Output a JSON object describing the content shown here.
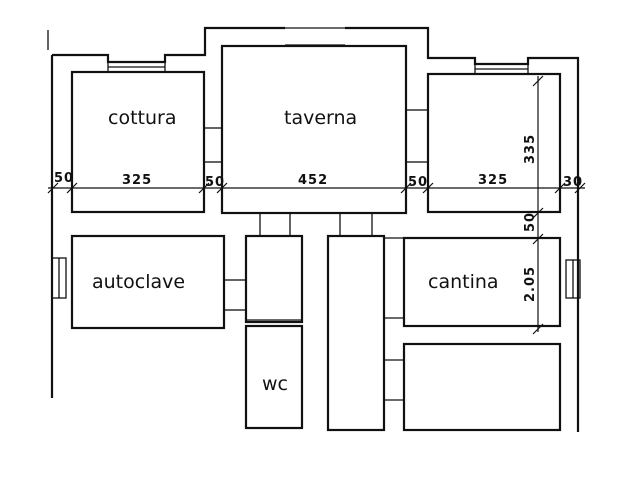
{
  "rooms": {
    "cottura": "cottura",
    "taverna": "taverna",
    "autoclave": "autoclave",
    "cantina": "cantina",
    "wc": "wc"
  },
  "dimensions": {
    "wall_left": "50",
    "cottura_width": "325",
    "wall_mid_left": "50",
    "taverna_width": "452",
    "wall_mid_right": "50",
    "right_room_width": "325",
    "wall_right": "30",
    "right_room_height": "335",
    "wall_between": "50",
    "cantina_height": "2.05"
  }
}
